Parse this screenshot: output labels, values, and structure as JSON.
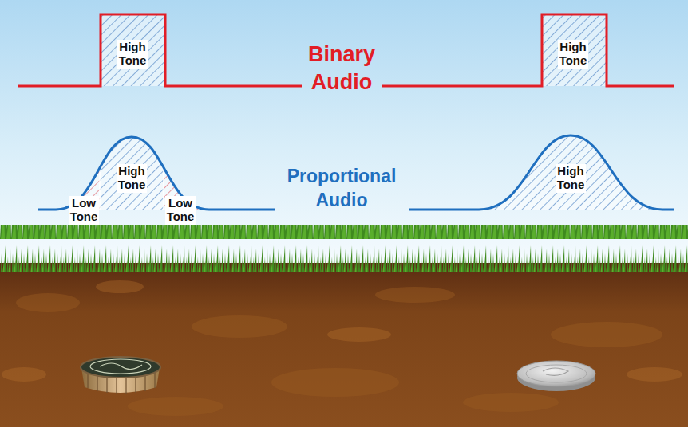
{
  "diagram": {
    "nodes": [
      {
        "text": [
          "High Tone"
        ]
      },
      {
        "text": [
          "High Tone"
        ]
      },
      {
        "text": [
          "Low Tone"
        ]
      },
      {
        "text": [
          "High Tone"
        ]
      },
      {
        "text": [
          "Low Tone"
        ]
      },
      {
        "text": [
          "High Tone"
        ]
      }
    ],
    "labels": [
      "Binary Audio",
      "Proportional Audio"
    ]
  }
}
